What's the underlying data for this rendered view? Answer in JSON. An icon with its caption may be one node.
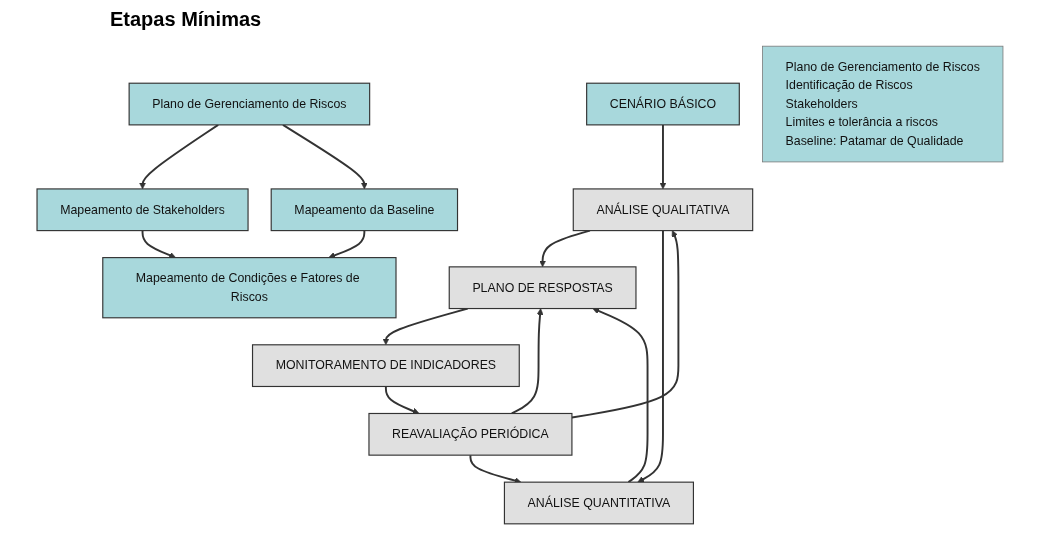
{
  "diagram": {
    "title": "Etapas Mínimas",
    "nodes": [
      {
        "text": [
          "CENÁRIO BÁSICO"
        ]
      },
      {
        "text": [
          "ANÁLISE QUALITATIVA"
        ]
      },
      {
        "text": [
          "PLANO DE RESPOSTAS"
        ]
      },
      {
        "text": [
          "MONITORAMENTO DE INDICADORES"
        ]
      },
      {
        "text": [
          "ANÁLISE QUANTITATIVA"
        ]
      },
      {
        "text": [
          "REAVALIAÇÃO PERIÓDICA"
        ]
      },
      {
        "text": [
          "Plano de Gerenciamento de Riscos",
          "Identificação de Riscos",
          "Stakeholders",
          "Limites e tolerância a riscos",
          "Baseline: Patamar de Qualidade"
        ]
      },
      {
        "text": [
          "Plano de Gerenciamento de Riscos"
        ]
      },
      {
        "text": [
          "Mapeamento de Stakeholders"
        ]
      },
      {
        "text": [
          "Mapeamento da Baseline"
        ]
      },
      {
        "text": [
          "Mapeamento de Condições e Fatores de Riscos"
        ]
      }
    ],
    "edges": [
      {
        "from": 0,
        "to": 1,
        "arrow": "to"
      },
      {
        "from": 1,
        "to": 2,
        "arrow": "to"
      },
      {
        "from": 2,
        "to": 3,
        "arrow": "to"
      },
      {
        "from": 1,
        "to": 4,
        "arrow": "to"
      },
      {
        "from": 3,
        "to": 5,
        "arrow": "to"
      },
      {
        "from": 4,
        "to": 2,
        "arrow": "to"
      },
      {
        "from": 5,
        "to": 2,
        "arrow": "to"
      },
      {
        "from": 5,
        "to": 4,
        "arrow": "to"
      },
      {
        "from": 5,
        "to": 1,
        "arrow": "to"
      },
      {
        "from": 7,
        "to": 8,
        "arrow": "to"
      },
      {
        "from": 7,
        "to": 9,
        "arrow": "to"
      },
      {
        "from": 8,
        "to": 10,
        "arrow": "to"
      },
      {
        "from": 9,
        "to": 10,
        "arrow": "to"
      }
    ]
  }
}
